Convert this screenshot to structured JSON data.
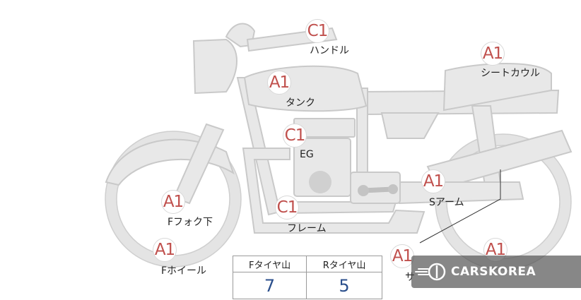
{
  "parts": [
    {
      "id": "handle",
      "grade": "C1",
      "label": "ハンドル"
    },
    {
      "id": "seat-cowl",
      "grade": "A1",
      "label": "シートカウル"
    },
    {
      "id": "tank",
      "grade": "A1",
      "label": "タンク"
    },
    {
      "id": "engine",
      "grade": "C1",
      "label": "EG"
    },
    {
      "id": "swing-arm",
      "grade": "A1",
      "label": "Sアーム"
    },
    {
      "id": "front-fork-lower",
      "grade": "A1",
      "label": "Fフォク下"
    },
    {
      "id": "frame",
      "grade": "C1",
      "label": "フレーム"
    },
    {
      "id": "front-wheel",
      "grade": "A1",
      "label": "Fホイール"
    },
    {
      "id": "rear-part",
      "grade": "A1",
      "label": "サ"
    },
    {
      "id": "rear-wheel",
      "grade": "A1",
      "label": ""
    }
  ],
  "tire_table": {
    "headers": [
      "Fタイヤ山",
      "Rタイヤ山"
    ],
    "values": [
      "7",
      "5"
    ]
  },
  "watermark": {
    "text": "CARSKOREA",
    "icon": "carskorea-logo-icon"
  },
  "colors": {
    "grade_text": "#c0504d",
    "table_value": "#2b4f8c",
    "bike_fill": "#e8e8e8"
  }
}
